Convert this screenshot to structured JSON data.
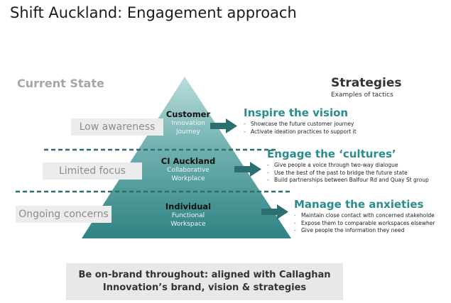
{
  "title": "Shift Auckland: Engagement approach",
  "current_state_label": "Current State",
  "strategies": {
    "heading": "Strategies",
    "subheading": "Examples of tactics"
  },
  "tiers": [
    {
      "state": "Low awareness",
      "title": "Customer",
      "line1": "Innovation",
      "line2": "Journey",
      "strategy": "Inspire the vision",
      "tactics": [
        "Showcase the future customer journey",
        "Activate ideation practices to support it"
      ]
    },
    {
      "state": "Limited focus",
      "title": "CI Auckland",
      "line1": "Collaborative",
      "line2": "Workplace",
      "strategy": "Engage the ‘cultures’",
      "tactics": [
        "Give people a voice through two-way dialogue",
        "Use the best of the past to bridge the future state",
        "Build partnerships between Balfour Rd and Quay St group"
      ]
    },
    {
      "state": "Ongoing concerns",
      "title": "Individual",
      "line1": "Functional",
      "line2": "Workspace",
      "strategy": "Manage the anxieties",
      "tactics": [
        "Maintain close contact with concerned stakeholde",
        "Expose them to comparable workspaces elsewher",
        "Give people the information they need"
      ]
    }
  ],
  "footer": {
    "line1": "Be on-brand throughout: aligned with Callaghan",
    "line2": "Innovation’s brand, vision & strategies"
  },
  "colors": {
    "pyramid_top": "#b9dcdb",
    "pyramid_bottom": "#2f8382",
    "accent": "#2a8c8c",
    "arrow": "#2b6f70"
  }
}
